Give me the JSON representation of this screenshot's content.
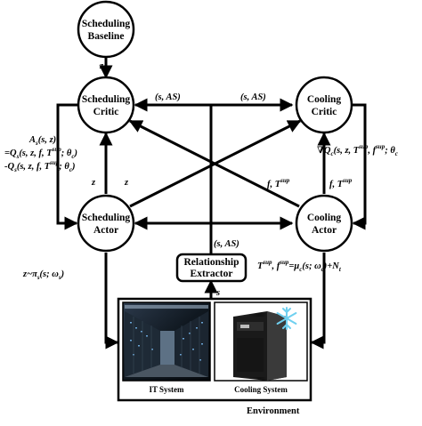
{
  "nodes": {
    "scheduling_baseline": [
      "Scheduling",
      "Baseline"
    ],
    "scheduling_critic": [
      "Scheduling",
      "Critic"
    ],
    "cooling_critic": [
      "Cooling",
      "Critic"
    ],
    "scheduling_actor": [
      "Scheduling",
      "Actor"
    ],
    "cooling_actor": [
      "Cooling",
      "Actor"
    ],
    "relationship_extractor": [
      "Relationship",
      "Extractor"
    ]
  },
  "edge_labels": {
    "baseline_to_critic": "z",
    "top_left_s_as": "(s, AS)",
    "top_right_s_as": "(s, AS)",
    "mid_s_as": "(s, AS)",
    "left_vertical_z": "z",
    "cross_z": "z",
    "cross_f_tsup": "f, T",
    "cross_f_tsup_sup": "sup",
    "right_vertical_f_tsup": "f, T",
    "right_vertical_f_tsup_sup": "sup",
    "extractor_s": "s"
  },
  "formulas": {
    "advantage_line1": "A",
    "advantage_line1_sub": "s",
    "advantage_line1_rest": "(s, z)",
    "advantage_line2": "=Q",
    "advantage_line2_sub": "s",
    "advantage_line2_rest": "(s, z, f, T",
    "advantage_line2_sup": "sup",
    "advantage_line2_end": "; θ",
    "advantage_line2_end_sub": "c",
    "advantage_line2_close": ")",
    "advantage_line3": "-Q",
    "advantage_line3_sub": "s",
    "advantage_line3_rest": "(s, z, f, T",
    "advantage_line3_sup": "sup",
    "advantage_line3_end": "; θ",
    "advantage_line3_end_sub": "c",
    "advantage_line3_close": ")",
    "gradient_prefix": "∇Q",
    "gradient_sub": "c",
    "gradient_rest": "(s, z, T",
    "gradient_sup1": "sup",
    "gradient_mid": ", f",
    "gradient_sup2": "sup",
    "gradient_end": "; θ",
    "gradient_end_sub": "c",
    "scheduling_policy": "z~π",
    "scheduling_policy_sub": "s",
    "scheduling_policy_rest": "(s; ω",
    "scheduling_policy_rest_sub": "s",
    "scheduling_policy_close": ")",
    "cooling_policy_t": "T",
    "cooling_policy_t_sup": "sup",
    "cooling_policy_f": ", f",
    "cooling_policy_f_sup": "sup",
    "cooling_policy_mu": "=μ",
    "cooling_policy_mu_sub": "c",
    "cooling_policy_rest": "(s; ω",
    "cooling_policy_rest_sub": "c",
    "cooling_policy_n": ")+N",
    "cooling_policy_n_sub": "t"
  },
  "environment": {
    "it_system": "IT System",
    "cooling_system": "Cooling System",
    "title": "Environment"
  }
}
